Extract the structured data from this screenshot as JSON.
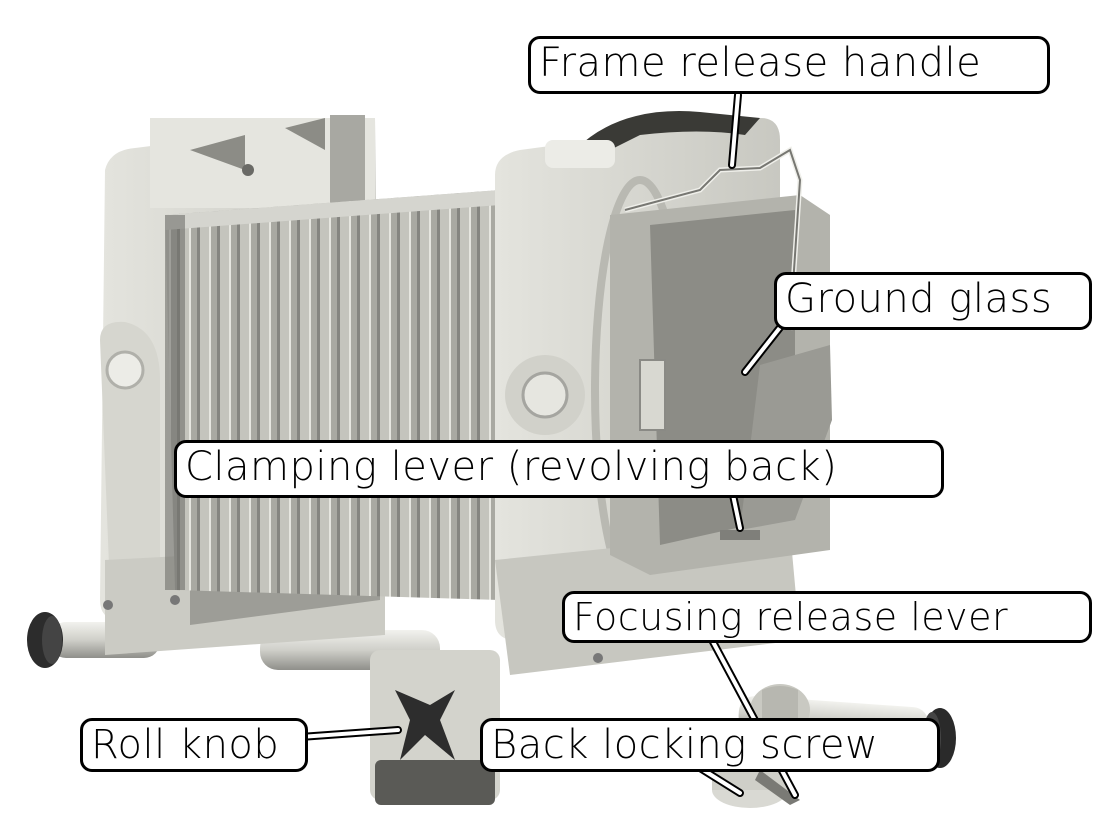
{
  "figure": {
    "subject": "Large format view camera with bellows",
    "colors": {
      "background": "#ffffff",
      "label_border": "#000000",
      "label_fill": "#ffffff",
      "body_light": "#d8d8d2",
      "body_mid": "#bdbdb6",
      "bellows": "#a7a7a0",
      "bellows_dark": "#7f7f79",
      "ground_glass": "#8e8e88",
      "knob": "#2e2e2e"
    }
  },
  "callouts": [
    {
      "id": "frame-release-handle",
      "label": "Frame release handle"
    },
    {
      "id": "ground-glass",
      "label": "Ground glass"
    },
    {
      "id": "clamping-lever",
      "label": "Clamping lever (revolving back)"
    },
    {
      "id": "focusing-release-lever",
      "label": "Focusing release lever"
    },
    {
      "id": "roll-knob",
      "label": "Roll knob"
    },
    {
      "id": "back-locking-screw",
      "label": "Back locking screw"
    }
  ]
}
